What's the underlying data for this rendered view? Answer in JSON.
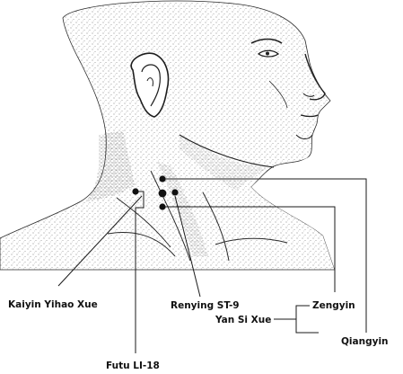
{
  "figure": {
    "subject": "illustration-of-head-and-neck-with-acupuncture-points",
    "colors": {
      "ink": "#1a1a1a",
      "skin_stipple": "#7a7a7a",
      "point": "#111111",
      "background": "#ffffff"
    }
  },
  "labels": {
    "kaiyin": "Kaiyin Yihao Xue",
    "renying": "Renying ST-9",
    "zengyin": "Zengyin",
    "yansi": "Yan Si Xue",
    "qiangyin": "Qiangyin",
    "futu": "Futu LI-18"
  }
}
